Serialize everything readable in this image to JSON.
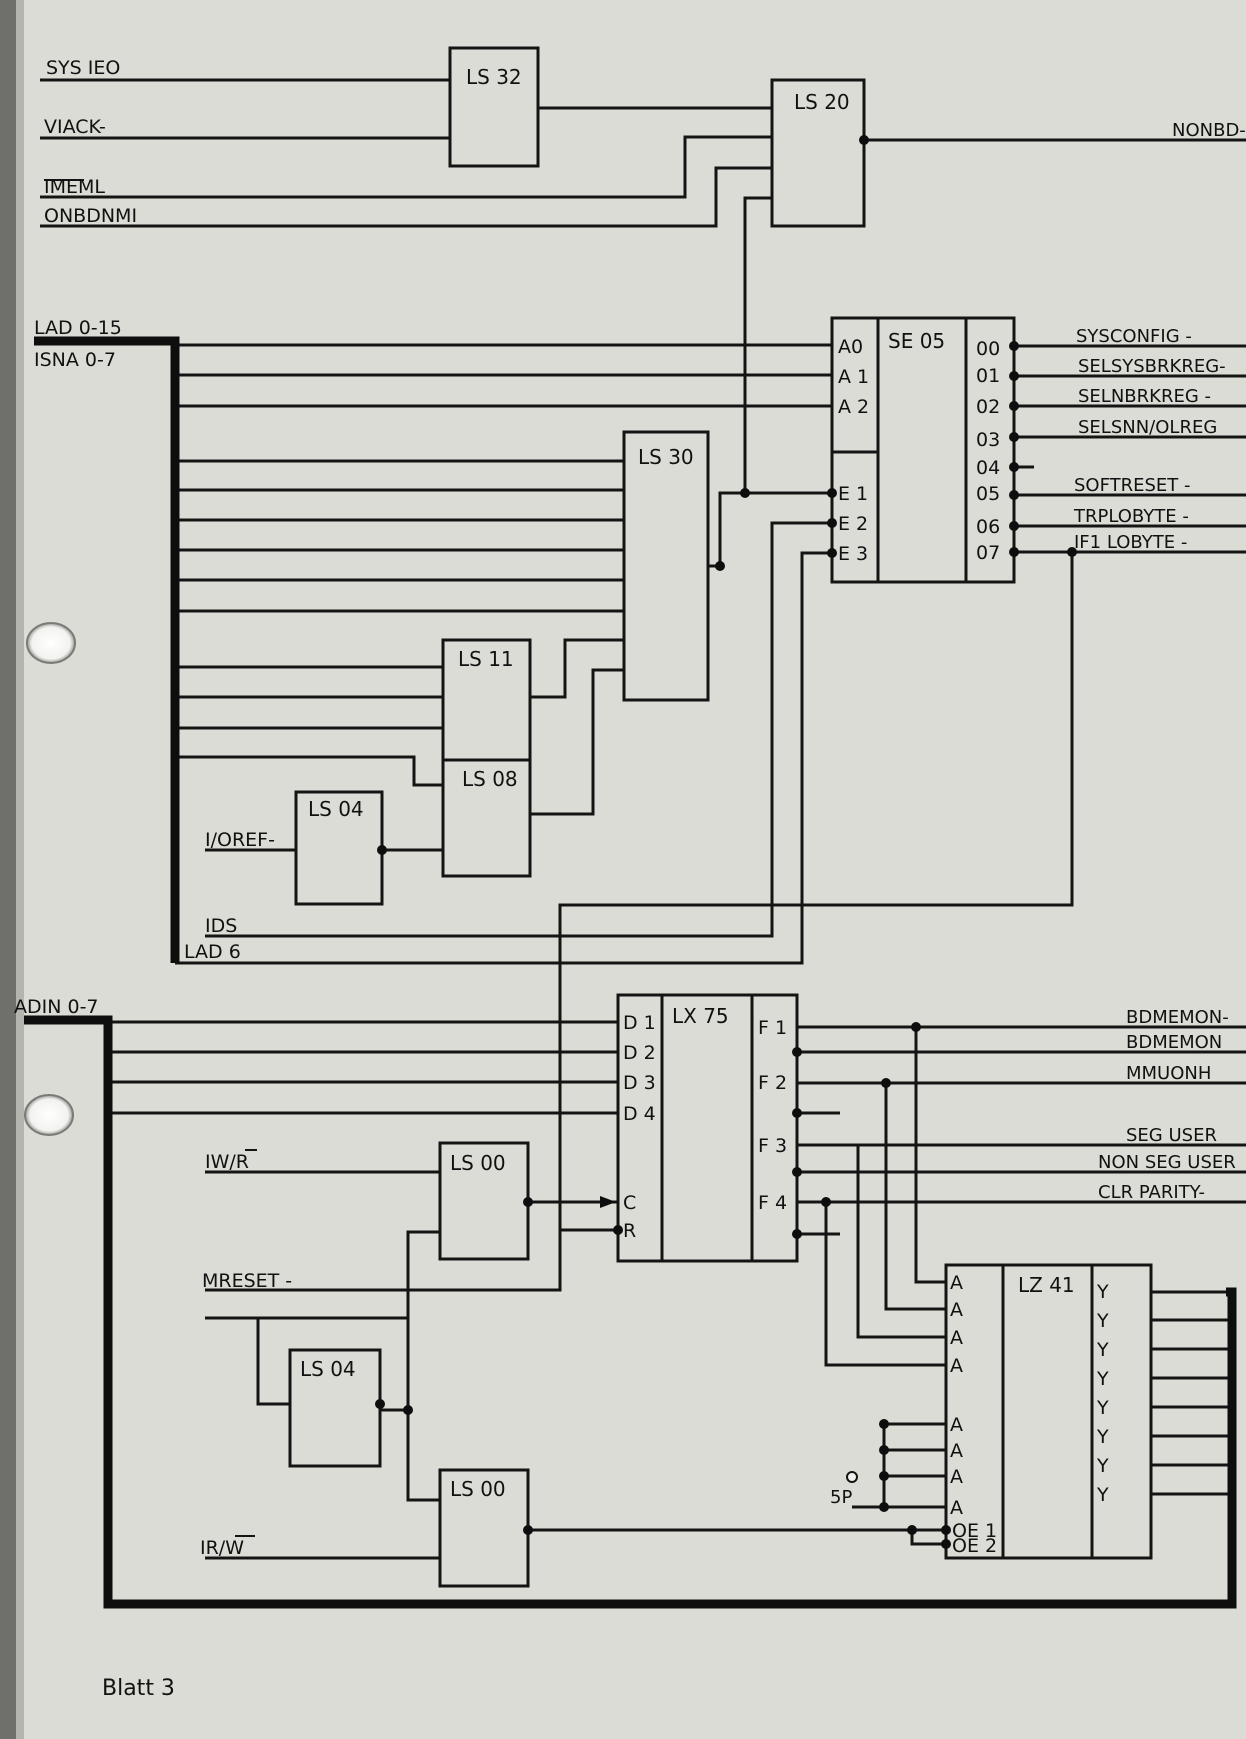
{
  "inputs": {
    "sysieo": "SYS IEO",
    "viack": "VIACK-",
    "imeml": "IMEML",
    "onbdnmi": "ONBDNMI",
    "lad": "LAD 0-15",
    "isna": "ISNA 0-7",
    "ioref": "I/OREF-",
    "ids": "IDS",
    "lad6": "LAD 6",
    "adin": "ADIN 0-7",
    "iwr": "IW/R",
    "mreset": "MRESET -",
    "irw": "IR/W"
  },
  "chips": {
    "ls32": "LS 32",
    "ls20": "LS 20",
    "se05": "SE 05",
    "ls30": "LS 30",
    "ls11": "LS 11",
    "ls08": "LS 08",
    "ls04a": "LS 04",
    "lx75": "LX 75",
    "ls00a": "LS 00",
    "ls04b": "LS 04",
    "ls00b": "LS 00",
    "lz41": "LZ 41"
  },
  "pins": {
    "se05_in": [
      "A0",
      "A 1",
      "A 2",
      "E 1",
      "E 2",
      "E 3"
    ],
    "se05_out": [
      "00",
      "01",
      "02",
      "03",
      "04",
      "05",
      "06",
      "07"
    ],
    "lx75_in": [
      "D 1",
      "D 2",
      "D 3",
      "D 4",
      "C",
      "R"
    ],
    "lx75_out": [
      "F 1",
      "F 2",
      "F 3",
      "F 4"
    ],
    "lz41_in": [
      "A",
      "A",
      "A",
      "A",
      "A",
      "A",
      "A",
      "A",
      "OE 1",
      "OE 2"
    ],
    "lz41_out": [
      "Y",
      "Y",
      "Y",
      "Y",
      "Y",
      "Y",
      "Y",
      "Y"
    ]
  },
  "outputs": {
    "nonbd": "NONBD-",
    "sysconfig": "SYSCONFIG -",
    "selsysbrkreg": "SELSYSBRKREG-",
    "selnbrkreg": "SELNBRKREG -",
    "selsnn": "SELSNN/OLREG",
    "softreset": "SOFTRESET -",
    "trplobyte": "TRPLOBYTE -",
    "if1lobyte": "IF1 LOBYTE -",
    "bdmemon_n": "BDMEMON-",
    "bdmemon": "BDMEMON",
    "mmuonh": "MMUONH",
    "seguser": "SEG USER",
    "nonseguser": "NON SEG USER",
    "clrparity": "CLR PARITY-",
    "p5": "5P"
  },
  "footer": "Blatt 3"
}
